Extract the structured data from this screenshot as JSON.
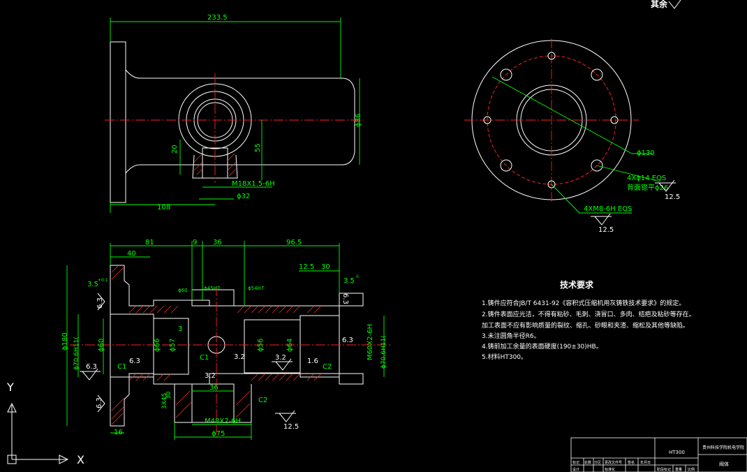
{
  "drawing": {
    "remainder_mark": "其余",
    "top_view": {
      "dim_length": "233.5",
      "dim_left": "108",
      "dim_dia": "ϕ86",
      "dim_20": "20",
      "dim_55": "55",
      "thread": "M18X1.5-6H",
      "dim_32": "ϕ32"
    },
    "flange_view": {
      "pcd": "ϕ130",
      "holes": "4Xϕ14  EQS",
      "spot_face": "背面锪平ϕ26",
      "tapped": "4XM8-6H  EQS",
      "rough_1": "12.5",
      "rough_2": "12.5"
    },
    "section_view": {
      "dims_top": [
        "81",
        "40",
        "9",
        "36",
        "96.5"
      ],
      "dim_125": "12.5",
      "dim_30": "30",
      "r_left": "3.5",
      "r_right": "3.5",
      "tol_a": "+0.1",
      "tol_b": "0",
      "rough_63": [
        "6.3",
        "6.3",
        "6.3",
        "6.3",
        "6.3",
        "6.3"
      ],
      "rough_32": [
        "3.2",
        "3.2",
        "3.2"
      ],
      "rough_16": "1.6",
      "d180": "ϕ180",
      "d70_left": "ϕ70.6H11(",
      "d70_right": "ϕ70.6H11(",
      "d60": "ϕ60",
      "d66": "ϕ66",
      "d57": "ϕ57",
      "d56": "ϕ56",
      "d64": "ϕ64",
      "m60": "M60X2-6H",
      "m48": "M48X2-6H",
      "d75": "ϕ75",
      "d36b": "36",
      "d45h7": "ϕ45H7",
      "d54h7": "ϕ54H7",
      "d60s": "ϕ60",
      "c1a": "C1",
      "c1b": "C1",
      "c2a": "C2",
      "c2b": "C2",
      "d3": "3",
      "d3x45": "3X45",
      "d30": "30",
      "d16": "16",
      "rough_bottom": "12.5"
    },
    "tech": {
      "title": "技术要求",
      "lines": [
        "1.铸件应符合JB/T 6431-92《容积式压缩机用灰铸铁技术要求》的规定。",
        "2.铸件表面应光洁，不得有粘砂、毛刺、浇冒口、多肉、结疤及粘砂等存在。",
        "加工表面不应有影响质量的裂纹、缩孔、砂眼和夹渣、缩松及其他等缺陷。",
        "3.未注圆角半径R6。",
        "4.铸前加工余量的表面硬度(190±30)HB。",
        "5.材料HT300。"
      ]
    },
    "axes": {
      "y": "Y",
      "x": "X"
    },
    "title_block": {
      "material": "HT300",
      "company": "贵州科技学院机电学院",
      "part": "阀体",
      "headers": [
        "标记",
        "处数",
        "分区",
        "更改文件号",
        "签名",
        "年月日"
      ],
      "row2": [
        "设计",
        "标准化"
      ],
      "labels": [
        "阶段标记",
        "重量",
        "比例"
      ]
    }
  }
}
